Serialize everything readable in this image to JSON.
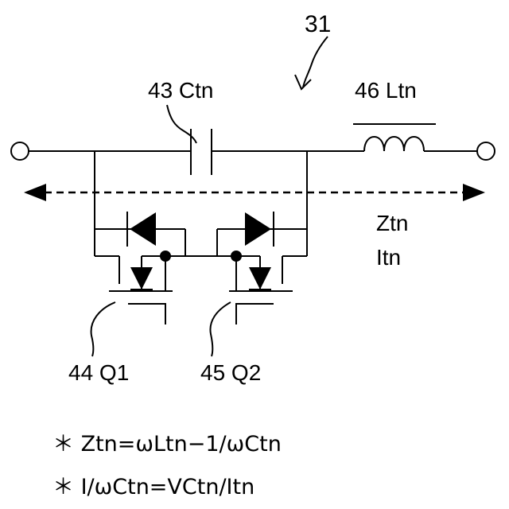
{
  "labels": {
    "circuit_ref": "31",
    "capacitor": "43 Ctn",
    "inductor": "46 Ltn",
    "impedance": "Ztn",
    "current": "Itn",
    "transistor_q1": "44 Q1",
    "transistor_q2": "45 Q2"
  },
  "formulas": [
    "＊ Ztn=ωLtn−1/ωCtn",
    "＊ I/ωCtn=VCtn/Itn"
  ]
}
